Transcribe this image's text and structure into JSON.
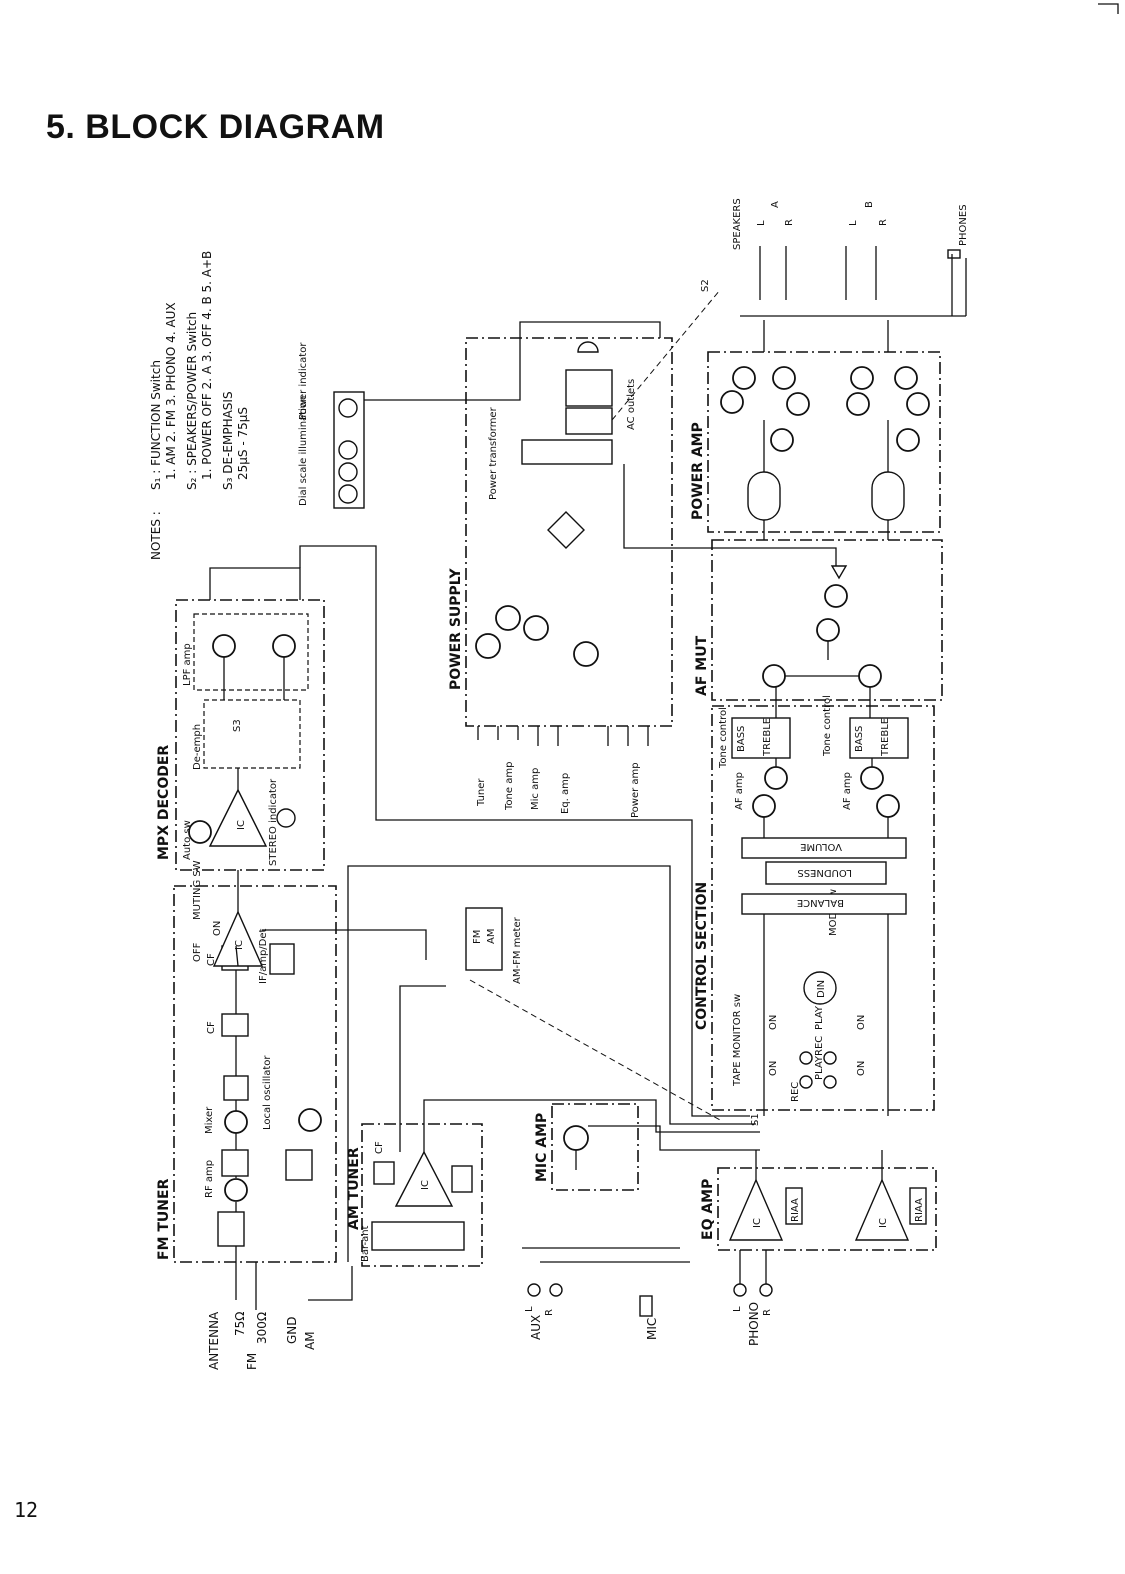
{
  "page": {
    "title": "5. BLOCK DIAGRAM",
    "page_number": "12"
  },
  "notes": {
    "header": "NOTES :",
    "lines": [
      "S₁ : FUNCTION Switch",
      "1. AM   2. FM  3. PHONO  4. AUX",
      "S₂ : SPEAKERS/POWER Switch",
      "1. POWER OFF   2. A   3. OFF   4. B   5. A+B",
      "S₃   DE-EMPHASIS",
      "25μS - 75μS"
    ]
  },
  "blocks": {
    "fm_tuner": "FM TUNER",
    "am_tuner": "AM TUNER",
    "mpx_decoder": "MPX DECODER",
    "power_supply": "POWER SUPPLY",
    "mic_amp": "MIC AMP",
    "eq_amp": "EQ AMP",
    "control_section": "CONTROL SECTION",
    "af_mut": "AF MUT",
    "power_amp": "POWER AMP"
  },
  "labels": {
    "rf_amp": "RF amp",
    "mixer": "Mixer",
    "local_oscillator": "Local oscillator",
    "cf": "CF",
    "if_amp_det": "IF/amp/Det",
    "ic": "IC",
    "muting_sw": "MUTING SW",
    "off": "OFF",
    "on": "ON",
    "auto_sw": "Auto sw",
    "stereo_indicator": "STEREO indicator",
    "de_emph": "De-emph",
    "s3": "S3",
    "lpf_amp": "LPF amp",
    "bar_ant": "Bar-ant",
    "am_fm_meter": "AM-FM meter",
    "fm": "FM",
    "am": "AM",
    "dial_scale": "Dial scale illumination",
    "power_indicator": "Power indicator",
    "power_transformer": "Power transformer",
    "ac_outlets": "AC outlets",
    "tape_monitor_sw": "TAPE MONITOR sw",
    "mode_sw": "MODE sw",
    "din": "DIN",
    "rec": "REC",
    "play": "PLAY",
    "volume": "VOLUME",
    "loudness": "LOUDNESS",
    "balance": "BALANCE",
    "af_amp": "AF amp",
    "tone_control": "Tone control",
    "bass": "BASS",
    "treble": "TREBLE",
    "riaa": "RIAA",
    "speakers": "SPEAKERS",
    "phones": "PHONES",
    "s1": "S1",
    "s2": "S2"
  },
  "supply_outputs": [
    "Tuner",
    "Tone amp",
    "Mic amp",
    "Eq. amp",
    "Power amp"
  ],
  "inputs": {
    "antenna": "ANTENNA",
    "fm_75": "75Ω",
    "fm_300": "300Ω",
    "fm": "FM",
    "gnd": "GND",
    "am": "AM",
    "aux": "AUX",
    "aux_l": "L",
    "aux_r": "R",
    "mic": "MIC",
    "phono": "PHONO",
    "phono_l": "L",
    "phono_r": "R"
  },
  "speaker_terminals": {
    "a_l": "L",
    "a_r": "R",
    "a": "A",
    "b_l": "L",
    "b_r": "R",
    "b": "B"
  }
}
